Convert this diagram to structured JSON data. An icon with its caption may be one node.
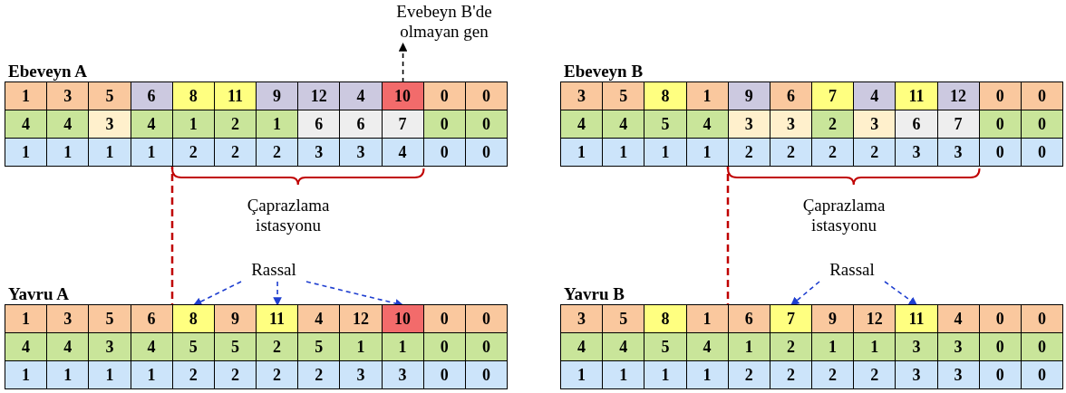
{
  "diagram": {
    "nodes": [
      {
        "text": [
          "Evebeyn B'de olmayan gen"
        ]
      },
      {
        "text": [
          "Ebeveyn A"
        ]
      },
      {
        "text": [
          "1"
        ],
        "in": 1
      },
      {
        "text": [
          "3"
        ],
        "in": 1
      },
      {
        "text": [
          "5"
        ],
        "in": 1
      },
      {
        "text": [
          "6"
        ],
        "in": 1
      },
      {
        "text": [
          "8"
        ],
        "in": 1
      },
      {
        "text": [
          "11"
        ],
        "in": 1
      },
      {
        "text": [
          "9"
        ],
        "in": 1
      },
      {
        "text": [
          "12"
        ],
        "in": 1
      },
      {
        "text": [
          "4"
        ],
        "in": 1
      },
      {
        "text": [
          "10"
        ],
        "in": 1
      },
      {
        "text": [
          "0"
        ],
        "in": 1
      },
      {
        "text": [
          "0"
        ],
        "in": 1
      },
      {
        "text": [
          "4"
        ],
        "in": 1
      },
      {
        "text": [
          "4"
        ],
        "in": 1
      },
      {
        "text": [
          "3"
        ],
        "in": 1
      },
      {
        "text": [
          "4"
        ],
        "in": 1
      },
      {
        "text": [
          "1"
        ],
        "in": 1
      },
      {
        "text": [
          "2"
        ],
        "in": 1
      },
      {
        "text": [
          "1"
        ],
        "in": 1
      },
      {
        "text": [
          "6"
        ],
        "in": 1
      },
      {
        "text": [
          "6"
        ],
        "in": 1
      },
      {
        "text": [
          "7"
        ],
        "in": 1
      },
      {
        "text": [
          "0"
        ],
        "in": 1
      },
      {
        "text": [
          "0"
        ],
        "in": 1
      },
      {
        "text": [
          "1"
        ],
        "in": 1
      },
      {
        "text": [
          "1"
        ],
        "in": 1
      },
      {
        "text": [
          "1"
        ],
        "in": 1
      },
      {
        "text": [
          "1"
        ],
        "in": 1
      },
      {
        "text": [
          "2"
        ],
        "in": 1
      },
      {
        "text": [
          "2"
        ],
        "in": 1
      },
      {
        "text": [
          "2"
        ],
        "in": 1
      },
      {
        "text": [
          "3"
        ],
        "in": 1
      },
      {
        "text": [
          "3"
        ],
        "in": 1
      },
      {
        "text": [
          "4"
        ],
        "in": 1
      },
      {
        "text": [
          "0"
        ],
        "in": 1
      },
      {
        "text": [
          "0"
        ],
        "in": 1
      },
      {
        "text": [
          "Ebeveyn B"
        ]
      },
      {
        "text": [
          "3"
        ],
        "in": 38
      },
      {
        "text": [
          "5"
        ],
        "in": 38
      },
      {
        "text": [
          "8"
        ],
        "in": 38
      },
      {
        "text": [
          "1"
        ],
        "in": 38
      },
      {
        "text": [
          "9"
        ],
        "in": 38
      },
      {
        "text": [
          "6"
        ],
        "in": 38
      },
      {
        "text": [
          "7"
        ],
        "in": 38
      },
      {
        "text": [
          "4"
        ],
        "in": 38
      },
      {
        "text": [
          "11"
        ],
        "in": 38
      },
      {
        "text": [
          "12"
        ],
        "in": 38
      },
      {
        "text": [
          "0"
        ],
        "in": 38
      },
      {
        "text": [
          "0"
        ],
        "in": 38
      },
      {
        "text": [
          "4"
        ],
        "in": 38
      },
      {
        "text": [
          "4"
        ],
        "in": 38
      },
      {
        "text": [
          "5"
        ],
        "in": 38
      },
      {
        "text": [
          "4"
        ],
        "in": 38
      },
      {
        "text": [
          "3"
        ],
        "in": 38
      },
      {
        "text": [
          "3"
        ],
        "in": 38
      },
      {
        "text": [
          "2"
        ],
        "in": 38
      },
      {
        "text": [
          "3"
        ],
        "in": 38
      },
      {
        "text": [
          "6"
        ],
        "in": 38
      },
      {
        "text": [
          "7"
        ],
        "in": 38
      },
      {
        "text": [
          "0"
        ],
        "in": 38
      },
      {
        "text": [
          "0"
        ],
        "in": 38
      },
      {
        "text": [
          "1"
        ],
        "in": 38
      },
      {
        "text": [
          "1"
        ],
        "in": 38
      },
      {
        "text": [
          "1"
        ],
        "in": 38
      },
      {
        "text": [
          "1"
        ],
        "in": 38
      },
      {
        "text": [
          "2"
        ],
        "in": 38
      },
      {
        "text": [
          "2"
        ],
        "in": 38
      },
      {
        "text": [
          "2"
        ],
        "in": 38
      },
      {
        "text": [
          "2"
        ],
        "in": 38
      },
      {
        "text": [
          "3"
        ],
        "in": 38
      },
      {
        "text": [
          "3"
        ],
        "in": 38
      },
      {
        "text": [
          "0"
        ],
        "in": 38
      },
      {
        "text": [
          "0"
        ],
        "in": 38
      },
      {
        "text": [
          "Rassal"
        ]
      },
      {
        "text": [
          "Yavru A"
        ]
      },
      {
        "text": [
          "1"
        ],
        "in": 76
      },
      {
        "text": [
          "3"
        ],
        "in": 76
      },
      {
        "text": [
          "5"
        ],
        "in": 76
      },
      {
        "text": [
          "6"
        ],
        "in": 76
      },
      {
        "text": [
          "8"
        ],
        "in": 76
      },
      {
        "text": [
          "9"
        ],
        "in": 76
      },
      {
        "text": [
          "11"
        ],
        "in": 76
      },
      {
        "text": [
          "4"
        ],
        "in": 76
      },
      {
        "text": [
          "12"
        ],
        "in": 76
      },
      {
        "text": [
          "10"
        ],
        "in": 76
      },
      {
        "text": [
          "0"
        ],
        "in": 76
      },
      {
        "text": [
          "0"
        ],
        "in": 76
      },
      {
        "text": [
          "4"
        ],
        "in": 76
      },
      {
        "text": [
          "4"
        ],
        "in": 76
      },
      {
        "text": [
          "3"
        ],
        "in": 76
      },
      {
        "text": [
          "4"
        ],
        "in": 76
      },
      {
        "text": [
          "5"
        ],
        "in": 76
      },
      {
        "text": [
          "5"
        ],
        "in": 76
      },
      {
        "text": [
          "2"
        ],
        "in": 76
      },
      {
        "text": [
          "5"
        ],
        "in": 76
      },
      {
        "text": [
          "1"
        ],
        "in": 76
      },
      {
        "text": [
          "1"
        ],
        "in": 76
      },
      {
        "text": [
          "0"
        ],
        "in": 76
      },
      {
        "text": [
          "0"
        ],
        "in": 76
      },
      {
        "text": [
          "1"
        ],
        "in": 76
      },
      {
        "text": [
          "1"
        ],
        "in": 76
      },
      {
        "text": [
          "1"
        ],
        "in": 76
      },
      {
        "text": [
          "1"
        ],
        "in": 76
      },
      {
        "text": [
          "2"
        ],
        "in": 76
      },
      {
        "text": [
          "2"
        ],
        "in": 76
      },
      {
        "text": [
          "2"
        ],
        "in": 76
      },
      {
        "text": [
          "2"
        ],
        "in": 76
      },
      {
        "text": [
          "3"
        ],
        "in": 76
      },
      {
        "text": [
          "3"
        ],
        "in": 76
      },
      {
        "text": [
          "0"
        ],
        "in": 76
      },
      {
        "text": [
          "0"
        ],
        "in": 76
      },
      {
        "text": [
          "Rassal"
        ]
      },
      {
        "text": [
          "Yavru B"
        ]
      },
      {
        "text": [
          "3"
        ],
        "in": 114
      },
      {
        "text": [
          "5"
        ],
        "in": 114
      },
      {
        "text": [
          "8"
        ],
        "in": 114
      },
      {
        "text": [
          "1"
        ],
        "in": 114
      },
      {
        "text": [
          "6"
        ],
        "in": 114
      },
      {
        "text": [
          "7"
        ],
        "in": 114
      },
      {
        "text": [
          "9"
        ],
        "in": 114
      },
      {
        "text": [
          "12"
        ],
        "in": 114
      },
      {
        "text": [
          "11"
        ],
        "in": 114
      },
      {
        "text": [
          "4"
        ],
        "in": 114
      },
      {
        "text": [
          "0"
        ],
        "in": 114
      },
      {
        "text": [
          "0"
        ],
        "in": 114
      },
      {
        "text": [
          "4"
        ],
        "in": 114
      },
      {
        "text": [
          "4"
        ],
        "in": 114
      },
      {
        "text": [
          "5"
        ],
        "in": 114
      },
      {
        "text": [
          "4"
        ],
        "in": 114
      },
      {
        "text": [
          "1"
        ],
        "in": 114
      },
      {
        "text": [
          "2"
        ],
        "in": 114
      },
      {
        "text": [
          "1"
        ],
        "in": 114
      },
      {
        "text": [
          "1"
        ],
        "in": 114
      },
      {
        "text": [
          "3"
        ],
        "in": 114
      },
      {
        "text": [
          "3"
        ],
        "in": 114
      },
      {
        "text": [
          "0"
        ],
        "in": 114
      },
      {
        "text": [
          "0"
        ],
        "in": 114
      },
      {
        "text": [
          "1"
        ],
        "in": 114
      },
      {
        "text": [
          "1"
        ],
        "in": 114
      },
      {
        "text": [
          "1"
        ],
        "in": 114
      },
      {
        "text": [
          "1"
        ],
        "in": 114
      },
      {
        "text": [
          "2"
        ],
        "in": 114
      },
      {
        "text": [
          "2"
        ],
        "in": 114
      },
      {
        "text": [
          "2"
        ],
        "in": 114
      },
      {
        "text": [
          "2"
        ],
        "in": 114
      },
      {
        "text": [
          "3"
        ],
        "in": 114
      },
      {
        "text": [
          "3"
        ],
        "in": 114
      },
      {
        "text": [
          "0"
        ],
        "in": 114
      },
      {
        "text": [
          "0"
        ],
        "in": 114
      }
    ],
    "edges": [
      {
        "from": 11,
        "to": 0,
        "arrow": "to",
        "style": "dashed",
        "color": "#000000"
      },
      {
        "from": 75,
        "to": 81,
        "arrow": "to",
        "style": "dashed"
      },
      {
        "from": 75,
        "to": 83,
        "arrow": "to",
        "style": "dashed"
      },
      {
        "from": 75,
        "to": 86,
        "arrow": "to",
        "style": "dashed"
      },
      {
        "from": 113,
        "to": 120,
        "arrow": "to",
        "style": "dashed"
      },
      {
        "from": 113,
        "to": 123,
        "arrow": "to",
        "style": "dashed"
      }
    ],
    "labels": [
      "Çaprazlama istasyonu",
      "Çaprazlama istasyonu"
    ]
  }
}
